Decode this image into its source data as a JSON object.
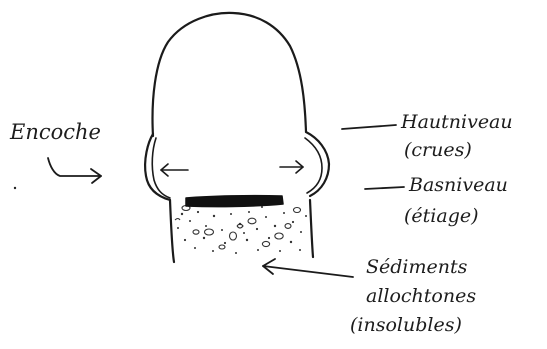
{
  "labels": {
    "encoche": "Encoche",
    "haut_niveau": "Hautniveau",
    "haut_niveau_note": "(crues)",
    "bas_niveau": "Basniveau",
    "bas_niveau_note": "(étiage)",
    "sediments_line1": "Sédiments",
    "sediments_line2": "allochtones",
    "sediments_line3": "(insolubles)"
  },
  "colors": {
    "ink": "#1b1b1b",
    "paper": "#ffffff"
  }
}
